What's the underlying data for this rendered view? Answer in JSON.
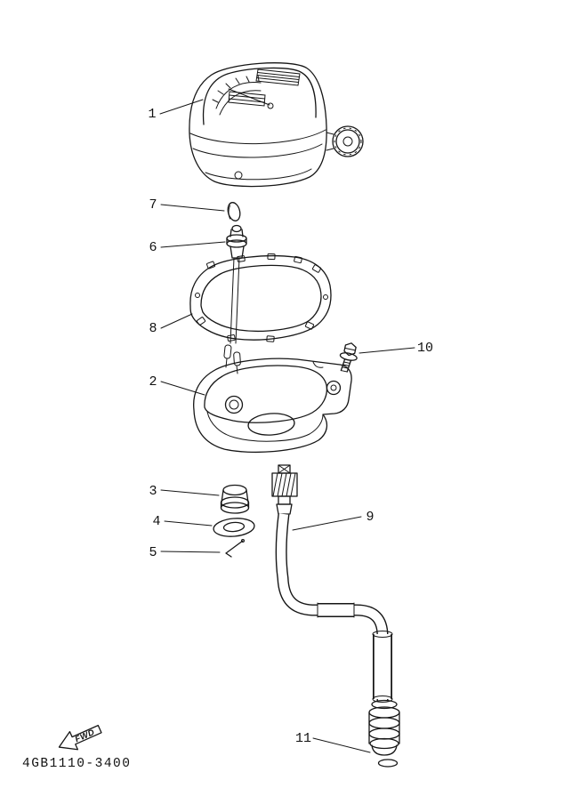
{
  "drawing": {
    "part_code": "4GB1110-3400",
    "fwd_label": "FWD",
    "callouts": {
      "c1": "1",
      "c2": "2",
      "c3": "3",
      "c4": "4",
      "c5": "5",
      "c6": "6",
      "c7": "7",
      "c8": "8",
      "c9": "9",
      "c10": "10",
      "c11": "11"
    }
  }
}
